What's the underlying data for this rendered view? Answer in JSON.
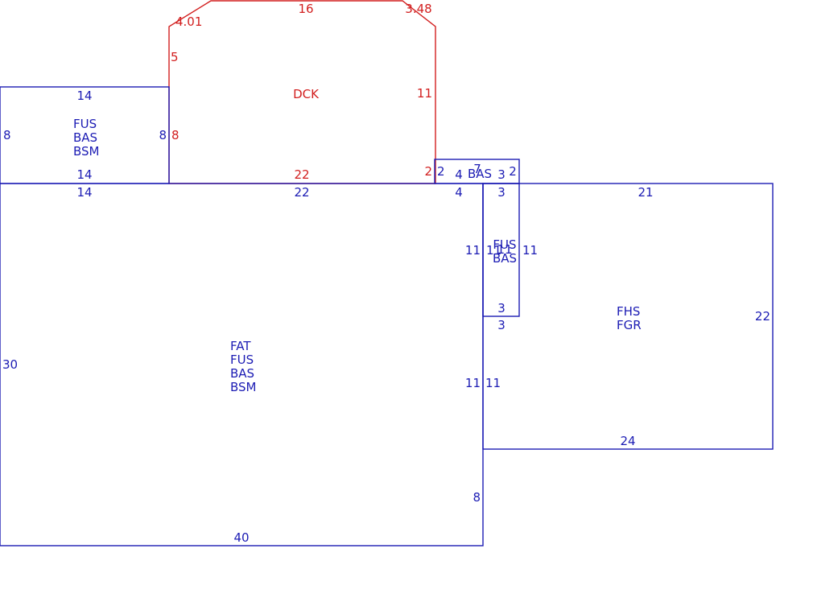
{
  "colors": {
    "building": "#1c1cb4",
    "deck": "#d21e1e",
    "background": "#ffffff"
  },
  "deck": {
    "area_code": "DCK",
    "dims": {
      "top": "16",
      "left_diag": "4.01",
      "right_diag": "3.48",
      "left": "5",
      "right": "11",
      "left_lower": "8",
      "bottom": "22",
      "right_lower": "2"
    }
  },
  "upper_left": {
    "codes": [
      "FUS",
      "BAS",
      "BSM"
    ],
    "dims": {
      "top": "14",
      "left": "8",
      "right": "8",
      "bottom": "14"
    }
  },
  "main": {
    "codes": [
      "FAT",
      "FUS",
      "BAS",
      "BSM"
    ],
    "dims": {
      "top_left": "14",
      "top_mid": "22",
      "top_right": "4",
      "left": "30",
      "bottom": "40",
      "right_upper": "11",
      "right_mid": "11",
      "right_lower": "8"
    }
  },
  "small_bas": {
    "code": "BAS",
    "dims": {
      "left": "2",
      "bottom_left": "4",
      "top": "7",
      "inner": "3",
      "right": "2"
    }
  },
  "narrow": {
    "codes": [
      "FUS",
      "BAS"
    ],
    "dims": {
      "top": "3",
      "left": "11",
      "right": "11",
      "mid": "11",
      "bottom": "3"
    }
  },
  "garage": {
    "codes": [
      "FHS",
      "FGR"
    ],
    "dims": {
      "top": "21",
      "right": "22",
      "bottom": "24",
      "left": "11",
      "top_left": "3"
    }
  }
}
